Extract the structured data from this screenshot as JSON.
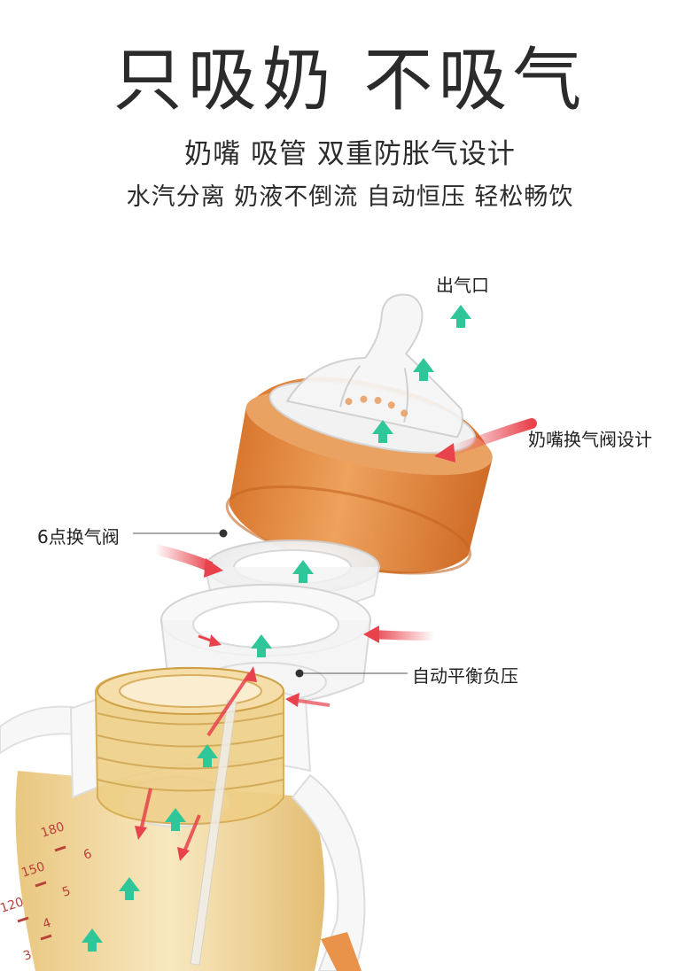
{
  "headline": "只吸奶 不吸气",
  "subtitle_line1": "奶嘴 吸管 双重防胀气设计",
  "subtitle_line2": "水汽分离 奶液不倒流 自动恒压   轻松畅饮",
  "callouts": {
    "air_outlet": "出气口",
    "nipple_valve": "奶嘴换气阀设计",
    "six_point_valve": "6点换气阀",
    "auto_balance": "自动平衡负压"
  },
  "scale_marks": [
    "180",
    "6",
    "150",
    "5",
    "120",
    "4",
    "3"
  ],
  "colors": {
    "collar_orange": "#e8924a",
    "bottle_amber": "#f3dca6",
    "handle_white": "#f7f7f7",
    "arrow_green": "#2fc79a",
    "arrow_red": "#e8424c",
    "scale_red": "#b8403a"
  }
}
